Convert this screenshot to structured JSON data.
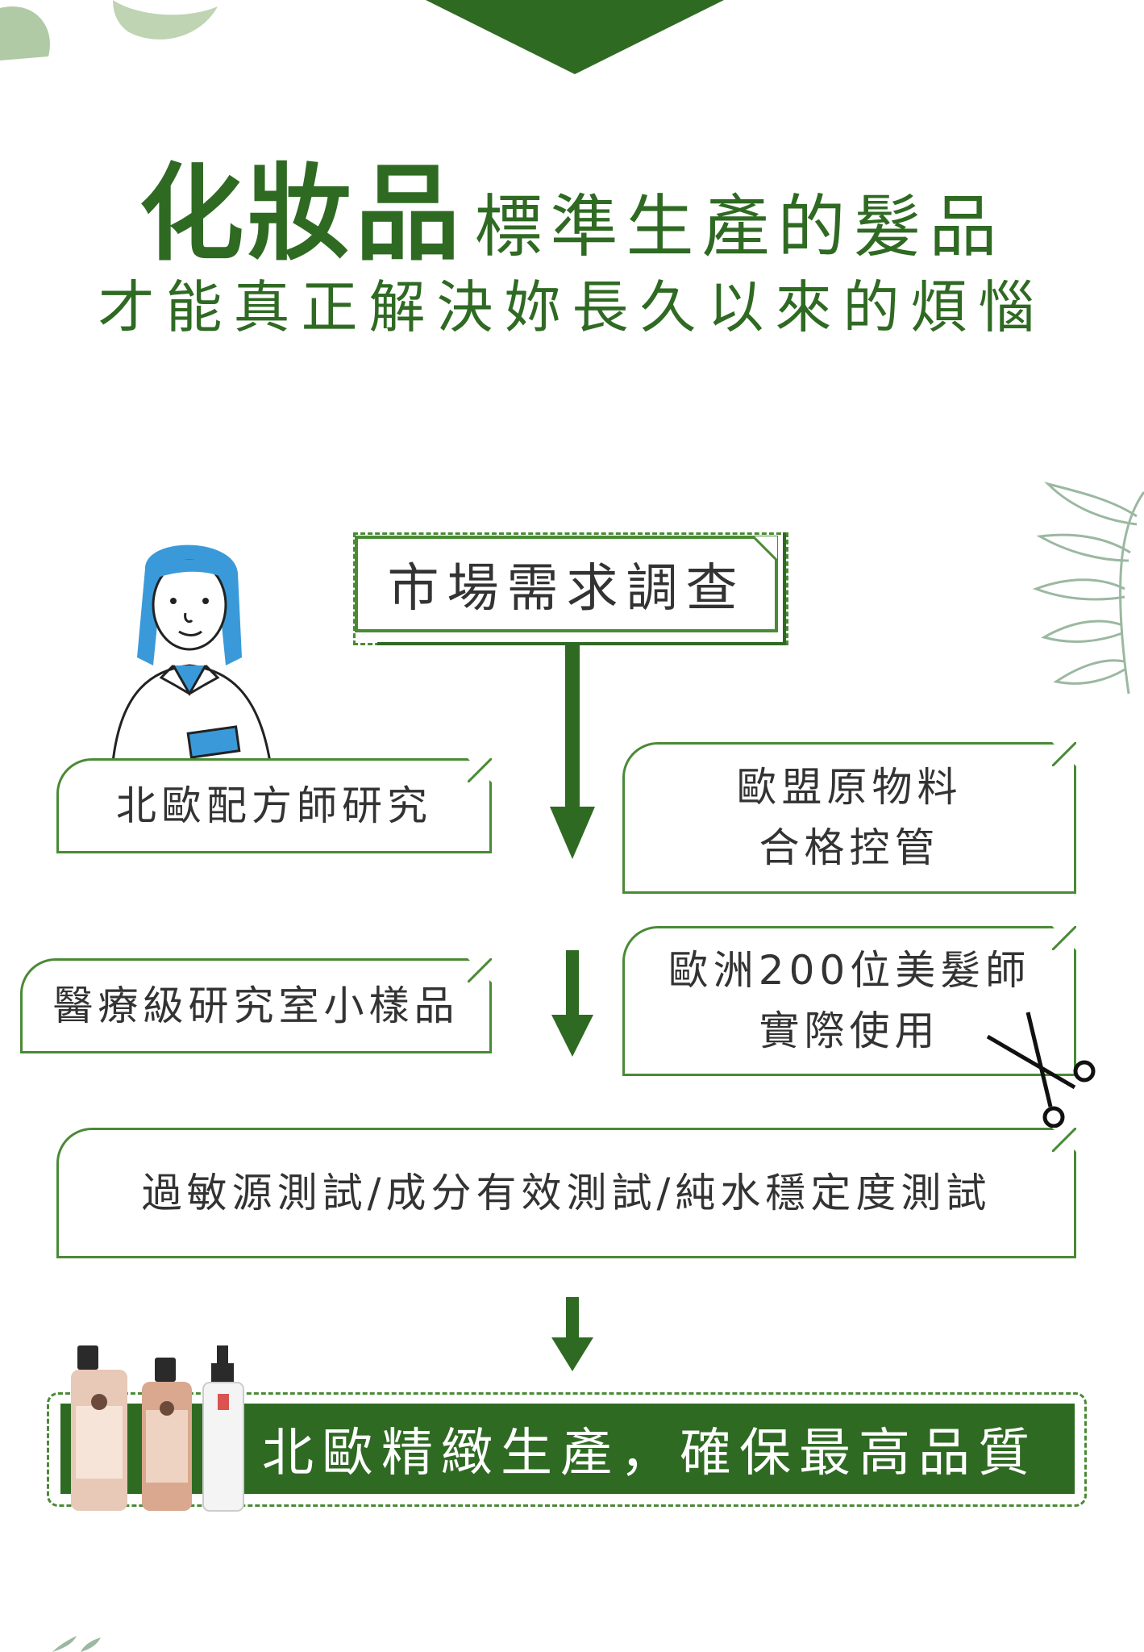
{
  "heading": {
    "title_big": "化妝品",
    "title_small": "標準生產的髮品",
    "subtitle": "才能真正解決妳長久以來的煩惱"
  },
  "flow": {
    "market_research": "市場需求調查",
    "formula_research": "北歐配方師研究",
    "material_control_line1": "歐盟原物料",
    "material_control_line2": "合格控管",
    "lab_sample": "醫療級研究室小樣品",
    "stylist_use_line1": "歐洲200位美髮師",
    "stylist_use_line2": "實際使用",
    "tests": "過敏源測試/成分有效測試/純水穩定度測試"
  },
  "banner": {
    "text": "北歐精緻生產，確保最高品質"
  },
  "colors": {
    "primary_green": "#2f6a23",
    "border_green": "#4a8a35",
    "text_dark": "#333333",
    "background": "#ffffff"
  },
  "icons": {
    "scientist": "scientist-illustration",
    "scissors": "scissors-icon",
    "leaf": "leaf-decoration",
    "arrow": "arrow-down-icon"
  }
}
